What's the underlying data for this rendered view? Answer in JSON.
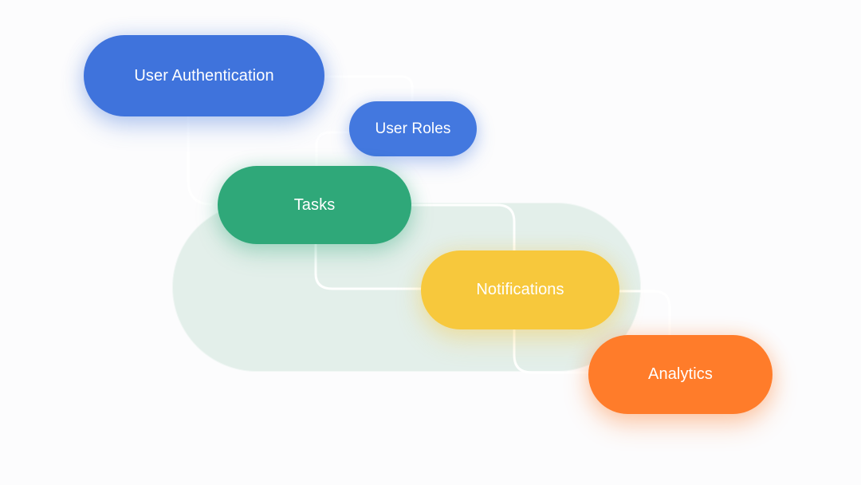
{
  "nodes": {
    "user_authentication": {
      "label": "User Authentication",
      "color": "#3f73dc"
    },
    "user_roles": {
      "label": "User Roles",
      "color": "#4378df"
    },
    "tasks": {
      "label": "Tasks",
      "color": "#2fa879"
    },
    "notifications": {
      "label": "Notifications",
      "color": "#f7c83c"
    },
    "analytics": {
      "label": "Analytics",
      "color": "#ff7c2a"
    }
  },
  "group": {
    "color": "#d4e7de"
  },
  "connector": {
    "color": "#ffffff"
  }
}
